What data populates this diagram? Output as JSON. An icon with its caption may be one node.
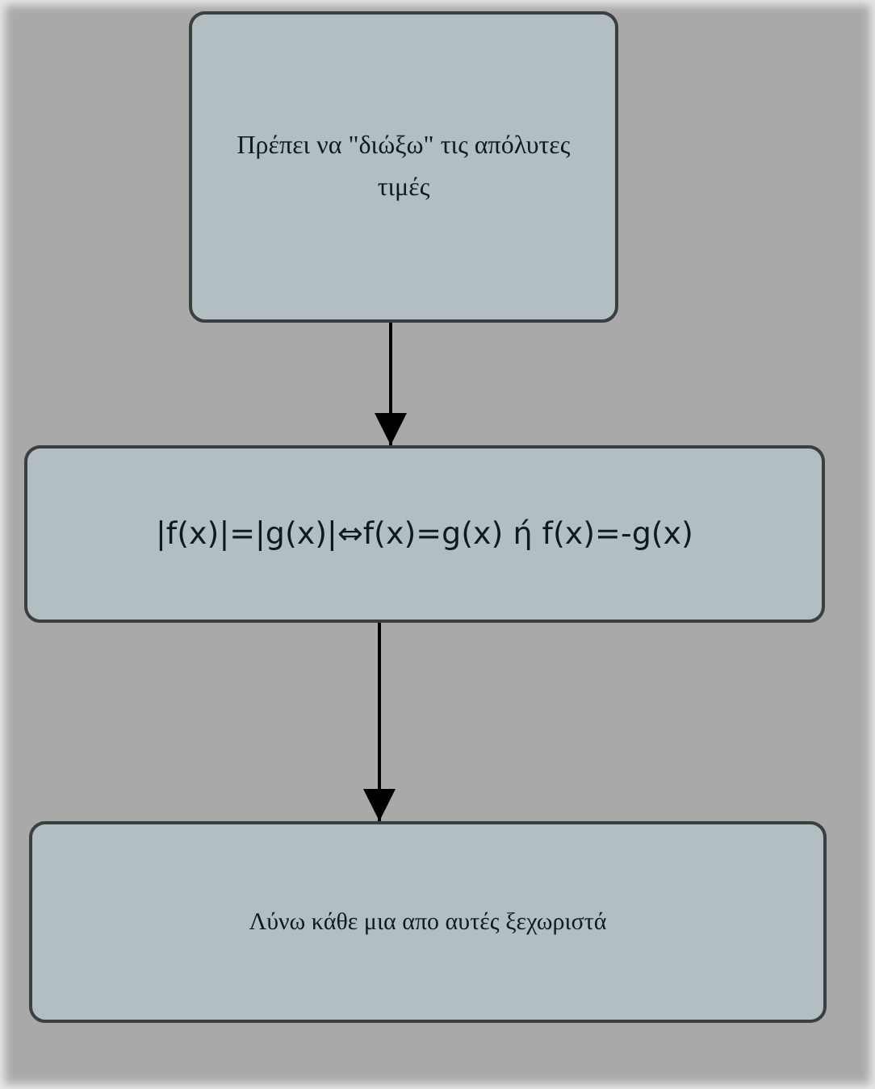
{
  "diagram": {
    "nodes": [
      {
        "text": [
          "Πρέπει να \"διώξω\" τις απόλυτες τιμές"
        ]
      },
      {
        "text": [
          "|f(x)|=|g(x)|⇔f(x)=g(x) ή f(x)=-g(x)"
        ]
      },
      {
        "text": [
          "Λύνω κάθε μια απο αυτές ξεχωριστά"
        ]
      }
    ],
    "edges": [
      {
        "from": 0,
        "to": 1,
        "arrow": "to"
      },
      {
        "from": 1,
        "to": 2,
        "arrow": "to"
      }
    ]
  }
}
